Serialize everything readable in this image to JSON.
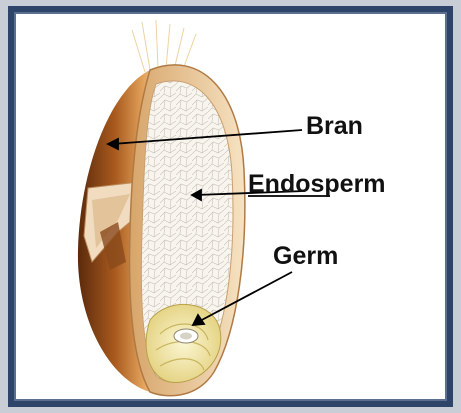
{
  "diagram": {
    "labels": {
      "bran": "Bran",
      "endosperm": "Endosperm",
      "germ": "Germ"
    },
    "colors": {
      "frame": "#2e4468",
      "bran_dark": "#6b3410",
      "bran_light": "#d98a3c",
      "endosperm": "#f7f3ec",
      "germ": "#efe5a6"
    }
  }
}
